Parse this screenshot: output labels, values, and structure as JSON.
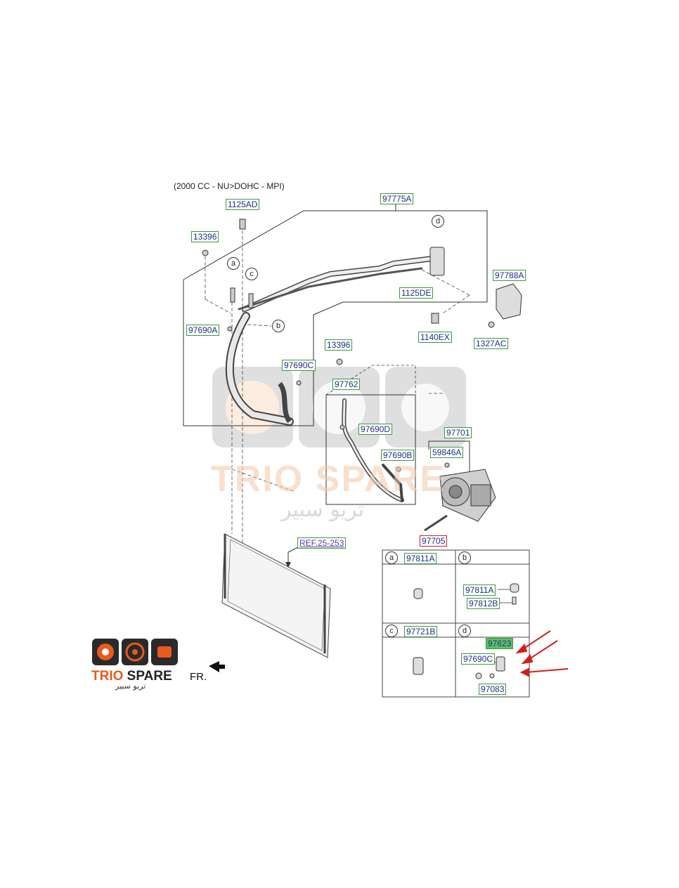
{
  "diagram": {
    "caption": "(2000 CC - NU>DOHC - MPI)",
    "part_labels": [
      {
        "id": "p1125AD",
        "text": "1125AD"
      },
      {
        "id": "p97775A",
        "text": "97775A"
      },
      {
        "id": "p13396a",
        "text": "13396"
      },
      {
        "id": "p97788A",
        "text": "97788A"
      },
      {
        "id": "p1125DE",
        "text": "1125DE"
      },
      {
        "id": "p97690A",
        "text": "97690A"
      },
      {
        "id": "p1140EX",
        "text": "1140EX"
      },
      {
        "id": "p1327AC",
        "text": "1327AC"
      },
      {
        "id": "p13396b",
        "text": "13396"
      },
      {
        "id": "p97690C",
        "text": "97690C"
      },
      {
        "id": "p97762",
        "text": "97762"
      },
      {
        "id": "p97690D",
        "text": "97690D"
      },
      {
        "id": "p97701",
        "text": "97701"
      },
      {
        "id": "p59846A",
        "text": "59846A"
      },
      {
        "id": "p97690B",
        "text": "97690B"
      },
      {
        "id": "p97705",
        "text": "97705"
      },
      {
        "id": "pREF",
        "text": "REF.25-253"
      }
    ],
    "callout_letters": [
      "a",
      "b",
      "c",
      "d"
    ],
    "detail_table": {
      "a": [
        {
          "text": "97811A"
        }
      ],
      "b": [
        {
          "text": "97811A"
        },
        {
          "text": "97812B"
        }
      ],
      "c": [
        {
          "text": "97721B"
        }
      ],
      "d": [
        {
          "text": "97623"
        },
        {
          "text": "97690C"
        },
        {
          "text": "97083"
        }
      ]
    }
  },
  "watermark": {
    "name_en": "TRIO SPARE",
    "name_ar": "تريو سبير"
  },
  "logo": {
    "name_en_1": "TRIO",
    "name_en_2": "SPARE",
    "name_ar": "تريو سبير"
  },
  "direction_label": "FR.",
  "colors": {
    "label_text": "#1a2f8a",
    "label_border": "#3a9a3a",
    "highlight": "#5fbf5f",
    "arrow_red": "#d21e1e",
    "logo_orange": "#e85a1e"
  }
}
